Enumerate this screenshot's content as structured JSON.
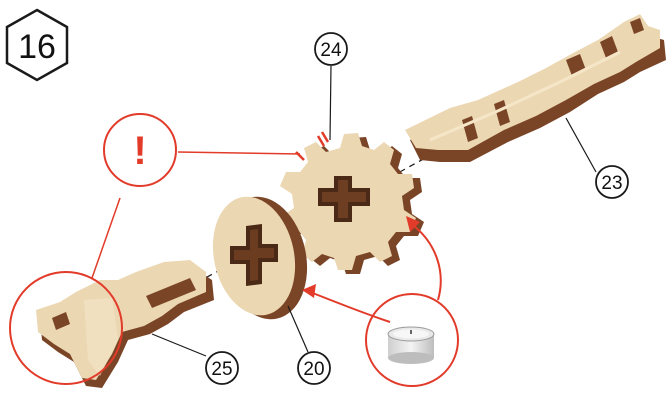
{
  "step": {
    "number": "16"
  },
  "parts": [
    {
      "id": "gear",
      "label": "24"
    },
    {
      "id": "long-key",
      "label": "23"
    },
    {
      "id": "disc",
      "label": "20"
    },
    {
      "id": "short-key",
      "label": "25"
    }
  ],
  "warning": {
    "symbol": "!"
  },
  "colors": {
    "wood_face": "#ecd7b3",
    "wood_light": "#f5e6c8",
    "wood_edge": "#7a4526",
    "wood_dark": "#4a2a16",
    "accent_red": "#e23b2a",
    "outline": "#1a1a1a"
  }
}
